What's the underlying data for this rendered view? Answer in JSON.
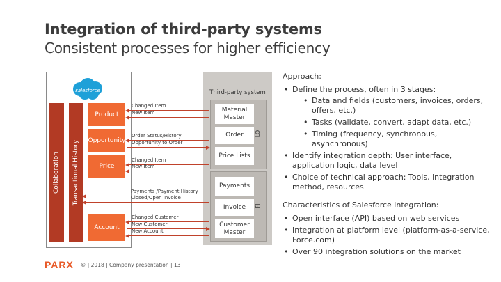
{
  "title": "Integration of third-party systems",
  "subtitle": "Consistent processes for higher efficiency",
  "diagram": {
    "salesforce_logo_text": "salesforce",
    "collaboration": "Collaboration",
    "transactional_history": "Transactional History",
    "sf_boxes": {
      "product": "Product",
      "opportunity": "Opportunity",
      "price": "Price",
      "account": "Account"
    },
    "third_party_title": "Third-party system",
    "lo_label": "LO",
    "fi_label": "FI",
    "tp_boxes": {
      "material_master": "Material Master",
      "order": "Order",
      "price_lists": "Price Lists",
      "payments": "Payments",
      "invoice": "Invoice",
      "customer_master": "Customer Master"
    },
    "arrows": {
      "changed_item_1": "Changed Item",
      "new_item_1": "New Item",
      "order_status_history": "Order Status/History",
      "opportunity_to_order": "Opportunity  to Order",
      "changed_item_2": "Changed Item",
      "new_item_2": "New Item",
      "payments_history": "Payments /Payment History",
      "closed_open_invoice": "Closed/Open Invoice",
      "changed_customer": "Changed Customer",
      "new_customer": "New Customer",
      "new_account": "New Account"
    }
  },
  "approach": {
    "heading": "Approach:",
    "items": [
      "Define the process, often in 3 stages:",
      "Identify integration depth: User interface, application logic, data level",
      "Choice of technical approach: Tools, integration method, resources"
    ],
    "subitems": [
      "Data and fields (customers, invoices, orders, offers, etc.)",
      "Tasks (validate, convert, adapt data, etc.)",
      "Timing (frequency, synchronous, asynchronous)"
    ]
  },
  "characteristics": {
    "heading": "Characteristics of Salesforce integration:",
    "items": [
      "Open interface (API) based on web services",
      "Integration at platform level (platform-as-a-service, Force.com)",
      "Over 90 integration solutions on the market"
    ]
  },
  "footer": {
    "logo": "PARX",
    "text": "©  |  2018  |  Company presentation  |  13"
  }
}
